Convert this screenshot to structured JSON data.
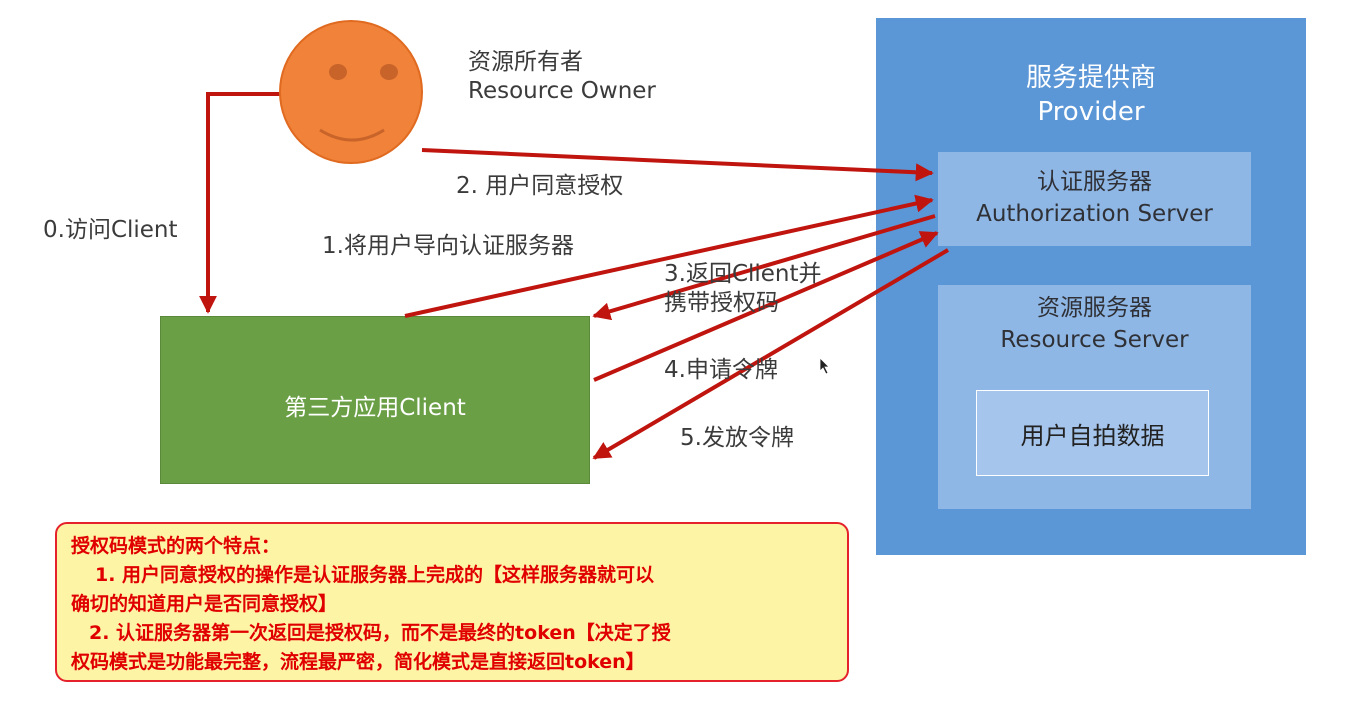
{
  "resource_owner": {
    "label_cn": "资源所有者",
    "label_en": "Resource Owner"
  },
  "provider": {
    "title_cn": "服务提供商",
    "title_en": "Provider",
    "auth_server": {
      "label_cn": "认证服务器",
      "label_en": "Authorization Server"
    },
    "resource_server": {
      "label_cn": "资源服务器",
      "label_en": "Resource Server"
    },
    "user_data": "用户自拍数据"
  },
  "client": {
    "label": "第三方应用Client"
  },
  "steps": {
    "step0": "0.访问Client",
    "step1": "1.将用户导向认证服务器",
    "step2": "2. 用户同意授权",
    "step3_line1": "3.返回Client并",
    "step3_line2": "携带授权码",
    "step4": "4.申请令牌",
    "step5": "5.发放令牌"
  },
  "note": {
    "title": "授权码模式的两个特点：",
    "line1": "1. 用户同意授权的操作是认证服务器上完成的【这样服务器就可以",
    "line2": "确切的知道用户是否同意授权】",
    "line3": "2. 认证服务器第一次返回是授权码，而不是最终的token【决定了授",
    "line4": "权码模式是功能最完整，流程最严密，简化模式是直接返回token】"
  },
  "colors": {
    "arrow": "#c0150f",
    "provider": "#5b96d6",
    "server_box": "#8fb7e6",
    "client": "#6a9f45",
    "face": "#f0823a",
    "note_bg": "#fdf4a6",
    "note_text": "#e00000"
  },
  "icons": {
    "resource_owner": "smiley-face-icon",
    "cursor": "mouse-pointer-icon"
  }
}
